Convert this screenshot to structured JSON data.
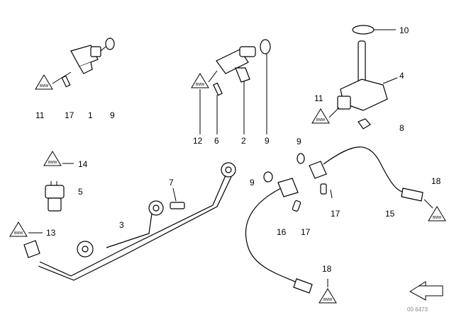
{
  "diagram": {
    "labels": {
      "l11a": "11",
      "l17a": "17",
      "l1": "1",
      "l9a": "9",
      "l12": "12",
      "l6": "6",
      "l2": "2",
      "l9b": "9",
      "l10": "10",
      "l4": "4",
      "l11b": "11",
      "l8": "8",
      "l14": "14",
      "l5": "5",
      "l7": "7",
      "l3": "3",
      "l13": "13",
      "l9c": "9",
      "l9d": "9",
      "l16": "16",
      "l17b": "17",
      "l17c": "17",
      "l15": "15",
      "l18a": "18",
      "l18b": "18"
    },
    "warning_symbol_text": "BMW",
    "corner_code": "00 6473"
  }
}
